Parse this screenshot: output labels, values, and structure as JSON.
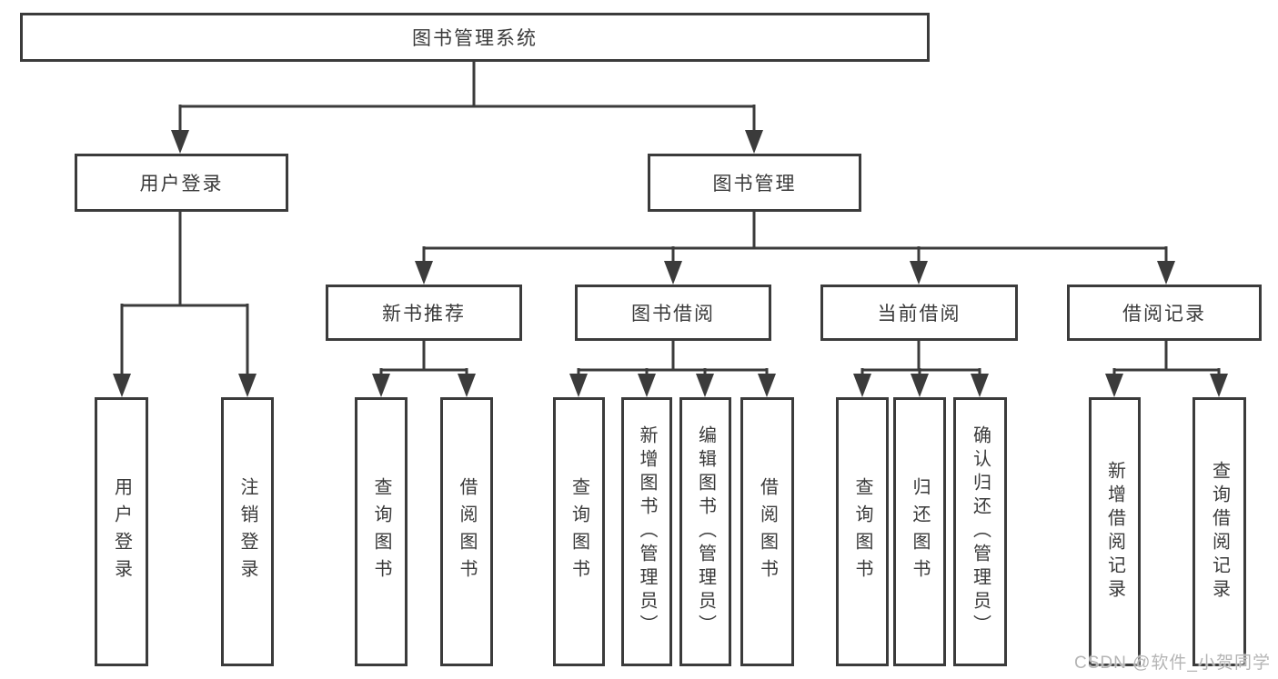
{
  "colors": {
    "line": "#3b3b3b",
    "text": "#3a3a3a",
    "watermark": "#b5b5b5",
    "background": "#ffffff"
  },
  "watermark": {
    "text": "CSDN @软件_小贺同学"
  },
  "tree": {
    "root": {
      "label": "图书管理系统"
    },
    "branches": [
      {
        "label": "用户登录",
        "children": [
          {
            "label": "用户登录"
          },
          {
            "label": "注销登录"
          }
        ]
      },
      {
        "label": "图书管理",
        "children": [
          {
            "label": "新书推荐",
            "children": [
              {
                "label": "查询图书"
              },
              {
                "label": "借阅图书"
              }
            ]
          },
          {
            "label": "图书借阅",
            "children": [
              {
                "label": "查询图书"
              },
              {
                "label": "新增图书（管理员）"
              },
              {
                "label": "编辑图书（管理员）"
              },
              {
                "label": "借阅图书"
              }
            ]
          },
          {
            "label": "当前借阅",
            "children": [
              {
                "label": "查询图书"
              },
              {
                "label": "归还图书"
              },
              {
                "label": "确认归还（管理员）"
              }
            ]
          },
          {
            "label": "借阅记录",
            "children": [
              {
                "label": "新增借阅记录"
              },
              {
                "label": "查询借阅记录"
              }
            ]
          }
        ]
      }
    ]
  }
}
